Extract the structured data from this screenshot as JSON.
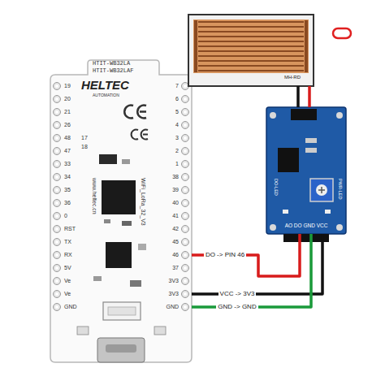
{
  "diagram": {
    "nodes": [
      {
        "text": [
          "HTIT-WB32LA",
          "HTIT-WB32LAF",
          "HELTEC",
          "AUTOMATION",
          "www.heltec.cn",
          "WiFi_LoRa_32_V3"
        ]
      },
      {
        "text": [
          "MH-RD"
        ]
      },
      {
        "text": [
          "DO-LED",
          "PWR-LED",
          "AO DO GND VCC"
        ]
      }
    ],
    "edges": [
      {
        "from": 1,
        "to": 2,
        "arrow": "none"
      },
      {
        "from": 1,
        "to": 2,
        "arrow": "none"
      },
      {
        "from": 2,
        "to": 0,
        "label": "DO -> PIN 46",
        "arrow": "none"
      },
      {
        "from": 2,
        "to": 0,
        "label": "VCC -> 3V3",
        "arrow": "none"
      },
      {
        "from": 2,
        "to": 0,
        "label": "GND -> GND",
        "arrow": "none"
      }
    ],
    "labels": [
      "19",
      "20",
      "21",
      "26",
      "48",
      "47",
      "33",
      "34",
      "35",
      "36",
      "0",
      "RST",
      "TX",
      "RX",
      "5V",
      "Ve",
      "Ve",
      "GND",
      "7",
      "6",
      "5",
      "4",
      "3",
      "2",
      "1",
      "38",
      "39",
      "40",
      "41",
      "42",
      "45",
      "46",
      "37",
      "3V3",
      "3V3",
      "GND",
      "17",
      "18"
    ]
  }
}
